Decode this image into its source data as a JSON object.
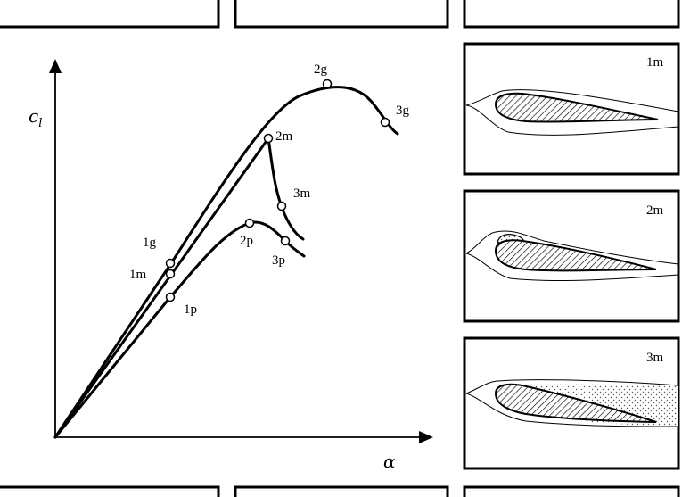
{
  "axes": {
    "y_label": "c",
    "y_sub": "l",
    "x_label": "α"
  },
  "points": {
    "p1g": "1g",
    "p1m": "1m",
    "p1p": "1p",
    "p2g": "2g",
    "p2m": "2m",
    "p2p": "2p",
    "p3g": "3g",
    "p3m": "3m",
    "p3p": "3p"
  },
  "panels": {
    "p1": {
      "label": "1m"
    },
    "p2": {
      "label": "2m"
    },
    "p3": {
      "label": "3m"
    }
  }
}
